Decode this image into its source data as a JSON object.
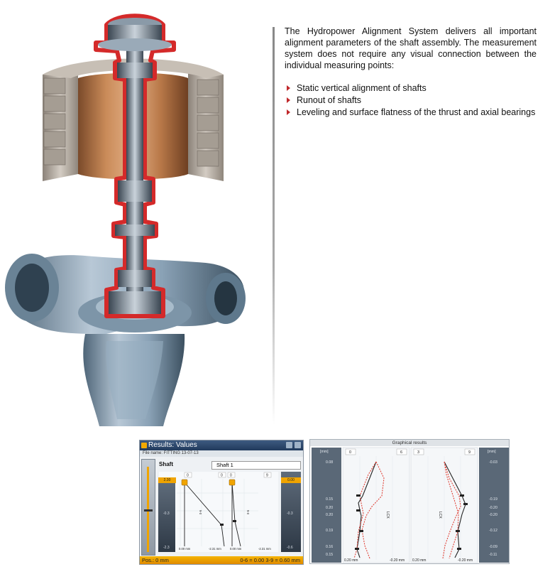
{
  "description": {
    "intro": "The Hydropower Alignment System delivers all important alignment parameters of the shaft assembly. The measurement system does not require any visual connection between the individual measuring points:",
    "bullets": [
      "Static vertical alignment of shafts",
      "Runout of shafts",
      "Leveling and surface flatness of the thrust and axial bearings"
    ]
  },
  "colors": {
    "accent_red": "#d42a2a",
    "bullet_red": "#c0282b",
    "status_orange": "#f0a400",
    "turbine_steel": "#7f9ab1"
  },
  "results_screen": {
    "title": "Results: Values",
    "file_line": "File name: FITTING 13-07-13",
    "shaft_label": "Shaft",
    "shaft_value": "Shaft 1",
    "col_heads": [
      "0",
      "0",
      "0",
      "9"
    ],
    "left_value": "2.30",
    "right_value": "0.00",
    "axis_values": [
      "-0.3",
      "-0.3",
      "-2.3",
      "-0.6"
    ],
    "bottom_labels": [
      "0.00 mm",
      "-2.31 mm",
      "0.00 mm",
      "-2.31 mm"
    ],
    "axis_tag": "0-6",
    "status_pos": "Pos.: 0 mm",
    "status_result": "0-6 = 0.00 3-9 = 0.60 mm"
  },
  "graphical_screen": {
    "title": "Graphical results",
    "unit": "[mm]",
    "left_heads": [
      "0",
      "6"
    ],
    "right_heads": [
      "3",
      "9"
    ],
    "left_scale": [
      "0.08",
      "0.15",
      "0.20",
      "0.20",
      "0.19",
      "0.16",
      "0.15"
    ],
    "right_scale": [
      "-0.03",
      "-0.19",
      "-0.20",
      "-0.20",
      "-0.12",
      "-0.09",
      "-0.11"
    ],
    "bottom_left": [
      "0.20 mm",
      "-0.20 mm"
    ],
    "bottom_right": [
      "0.20 mm",
      "-0.20 mm"
    ],
    "plot_tag": "LCX"
  }
}
